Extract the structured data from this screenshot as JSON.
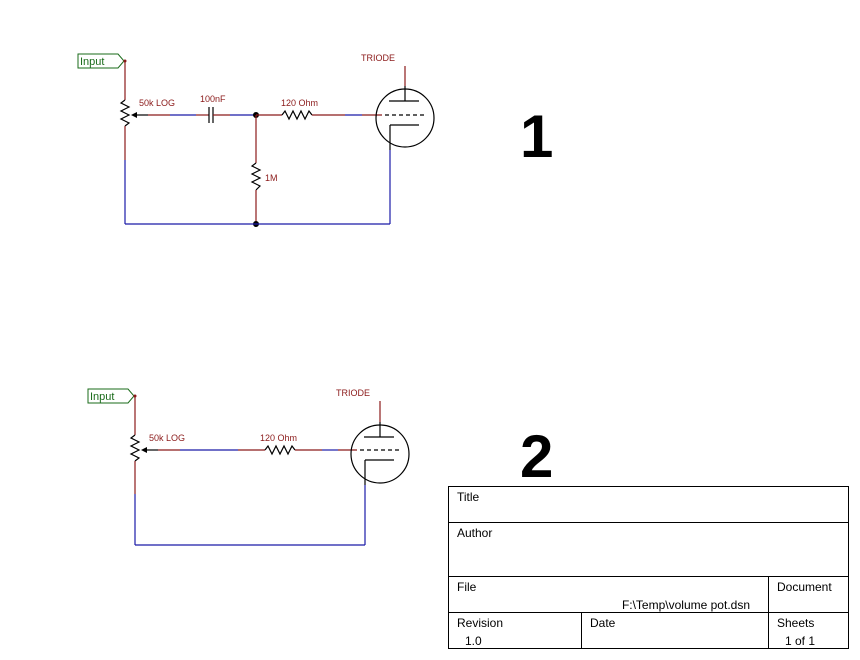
{
  "circuit1": {
    "number": "1",
    "input_label": "Input",
    "pot_label": "50k LOG",
    "cap_label": "100nF",
    "res_series_label": "120 Ohm",
    "res_shunt_label": "1M",
    "tube_label": "TRIODE"
  },
  "circuit2": {
    "number": "2",
    "input_label": "Input",
    "pot_label": "50k LOG",
    "res_series_label": "120 Ohm",
    "tube_label": "TRIODE"
  },
  "title_block": {
    "title_label": "Title",
    "author_label": "Author",
    "file_label": "File",
    "file_value": "F:\\Temp\\volume pot.dsn",
    "document_label": "Document",
    "revision_label": "Revision",
    "revision_value": "1.0",
    "date_label": "Date",
    "sheets_label": "Sheets",
    "sheets_value": "1 of 1"
  },
  "colors": {
    "wire_blue": "#1a1aa8",
    "pin_red": "#8b1a1a",
    "port_green": "#1a6b1a"
  }
}
